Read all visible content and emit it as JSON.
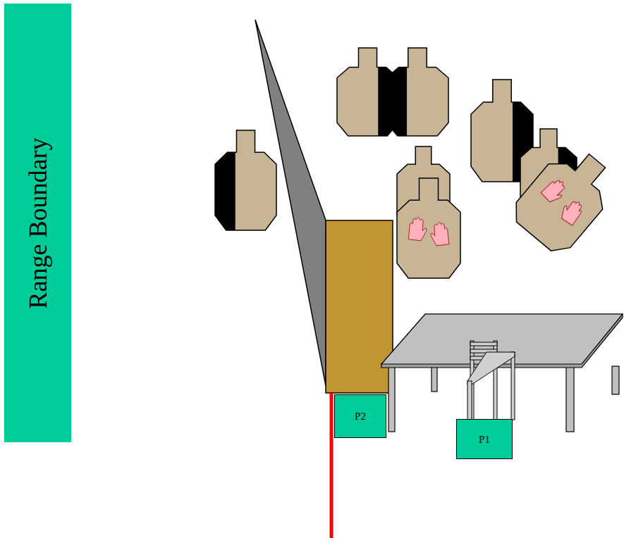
{
  "diagram": {
    "nodes": [
      {
        "text": [
          "Range Boundary"
        ]
      },
      {
        "text": [
          "P2"
        ]
      },
      {
        "text": [
          "P1"
        ]
      }
    ]
  }
}
